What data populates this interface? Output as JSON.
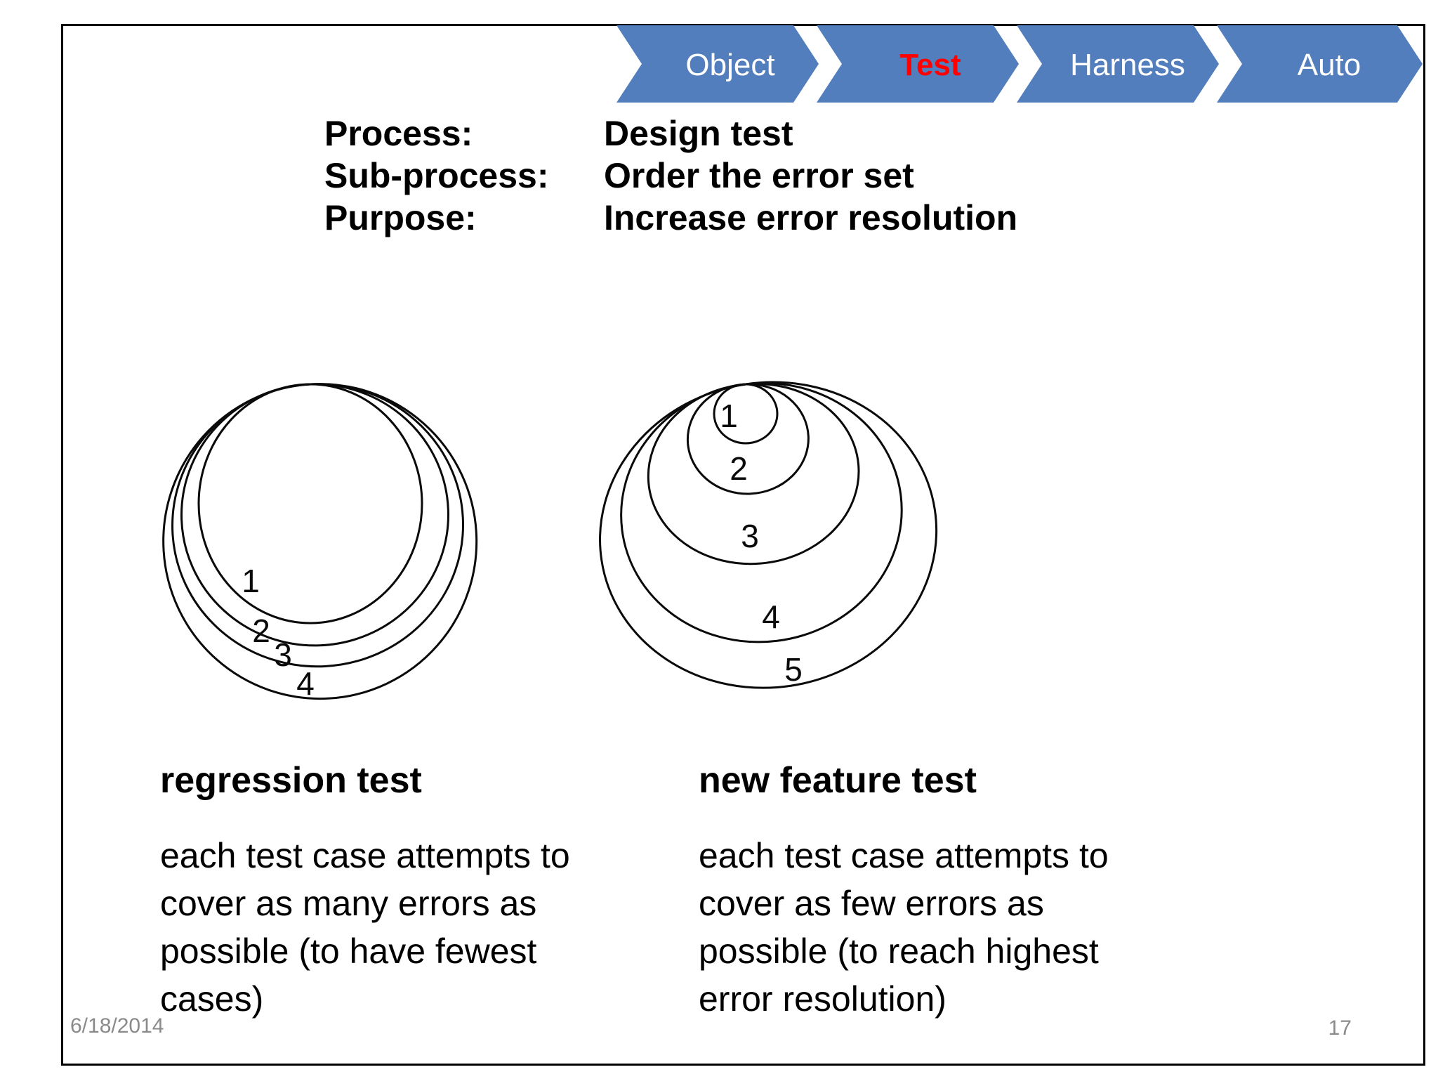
{
  "colors": {
    "chevron_blue": "#527EBE",
    "active_step_text": "#FF0000",
    "step_text": "#FFFFFF",
    "slide_border": "#000000",
    "footer_gray": "#8A8A8A"
  },
  "chevron_nav": {
    "items": [
      {
        "label": "Object",
        "text_color": "#FFFFFF",
        "active": false
      },
      {
        "label": "Test",
        "text_color": "#FF0000",
        "active": true
      },
      {
        "label": "Harness",
        "text_color": "#FFFFFF",
        "active": false
      },
      {
        "label": "Auto",
        "text_color": "#FFFFFF",
        "active": false
      }
    ]
  },
  "process_info": {
    "rows": [
      {
        "label": "Process:",
        "value": "Design test"
      },
      {
        "label": "Sub-process:",
        "value": "Order the error set"
      },
      {
        "label": "Purpose:",
        "value": "Increase error resolution"
      }
    ]
  },
  "diagrams": {
    "left": {
      "title": "regression test",
      "description": "each test case attempts to cover as many errors as possible (to have fewest cases)",
      "lines": [
        "each test case attempts to",
        "cover as many errors as",
        "possible (to have fewest",
        "cases)"
      ],
      "ring_labels": [
        "1",
        "2",
        "3",
        "4"
      ]
    },
    "right": {
      "title": "new feature test",
      "description": "each test case attempts to cover as few errors as possible (to reach highest error resolution)",
      "lines": [
        "each test case attempts to",
        "cover as few errors as",
        "possible (to reach highest",
        "error resolution)"
      ],
      "ring_labels": [
        "1",
        "2",
        "3",
        "4",
        "5"
      ]
    }
  },
  "footer": {
    "date": "6/18/2014",
    "page_number": "17"
  }
}
